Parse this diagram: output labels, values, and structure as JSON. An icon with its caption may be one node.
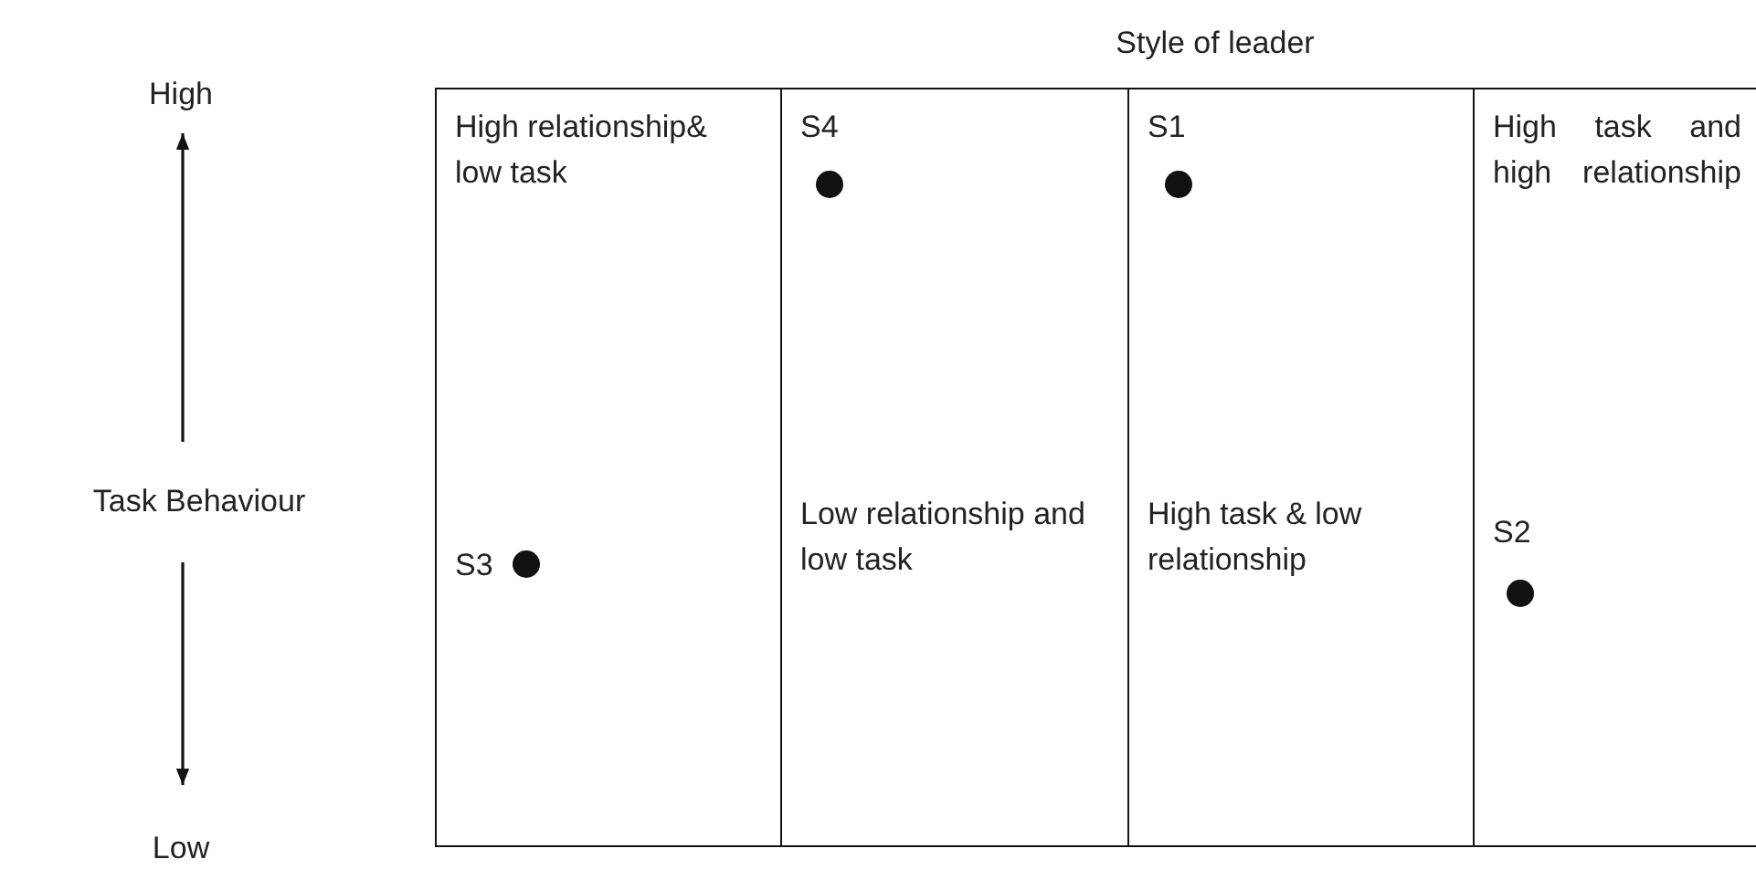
{
  "diagram": {
    "title": "Style of leader",
    "nodes": [
      {
        "text": [
          "High"
        ]
      },
      {
        "text": [
          "High relationship& low task",
          "S3"
        ]
      },
      {
        "text": [
          "S4",
          "Low relationship and low task"
        ]
      },
      {
        "text": [
          "S1",
          "High task & low relationship"
        ]
      },
      {
        "text": [
          "High task and high relationship",
          "S2"
        ]
      },
      {
        "text": [
          "Task Behaviour"
        ]
      },
      {
        "text": [
          "Low"
        ]
      }
    ],
    "edges": [
      {
        "from": 5,
        "to": 0,
        "arrow": "to"
      },
      {
        "from": 5,
        "to": 6,
        "arrow": "to"
      }
    ]
  }
}
